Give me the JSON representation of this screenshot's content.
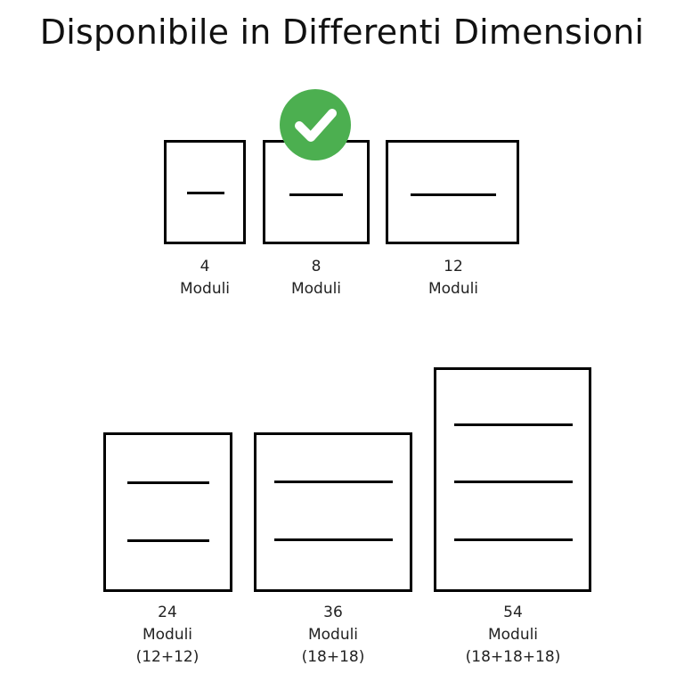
{
  "title": "Disponibile in Differenti Dimensioni",
  "colors": {
    "selected_check": "#4caf50",
    "outline": "#000000"
  },
  "selected_option": "8 Moduli",
  "options": [
    {
      "number": "4",
      "unit": "Moduli",
      "composition": "",
      "rows": 1,
      "selected": false
    },
    {
      "number": "8",
      "unit": "Moduli",
      "composition": "",
      "rows": 1,
      "selected": true
    },
    {
      "number": "12",
      "unit": "Moduli",
      "composition": "",
      "rows": 1,
      "selected": false
    },
    {
      "number": "24",
      "unit": "Moduli",
      "composition": "(12+12)",
      "rows": 2,
      "selected": false
    },
    {
      "number": "36",
      "unit": "Moduli",
      "composition": "(18+18)",
      "rows": 2,
      "selected": false
    },
    {
      "number": "54",
      "unit": "Moduli",
      "composition": "(18+18+18)",
      "rows": 3,
      "selected": false
    }
  ]
}
